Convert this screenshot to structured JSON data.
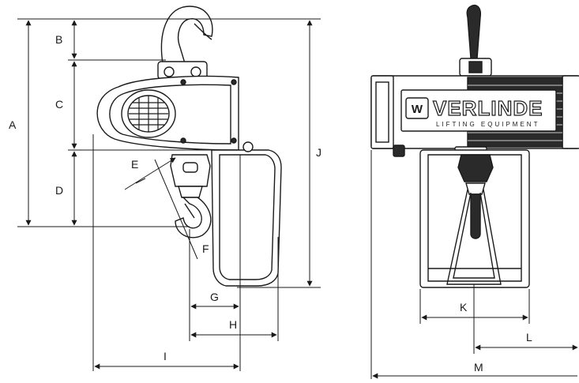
{
  "dimension_labels": {
    "A": "A",
    "B": "B",
    "C": "C",
    "D": "D",
    "E": "E",
    "F": "F",
    "G": "G",
    "H": "H",
    "I": "I",
    "J": "J",
    "K": "K",
    "L": "L",
    "M": "M"
  },
  "brand": {
    "logo_text": "VERLINDE",
    "logo_tagline": "LIFTING EQUIPMENT"
  },
  "colors": {
    "line": "#1a1a1a",
    "dark_fill": "#2a2a2a",
    "light_fill": "#f2f2f2",
    "background": "#ffffff"
  }
}
